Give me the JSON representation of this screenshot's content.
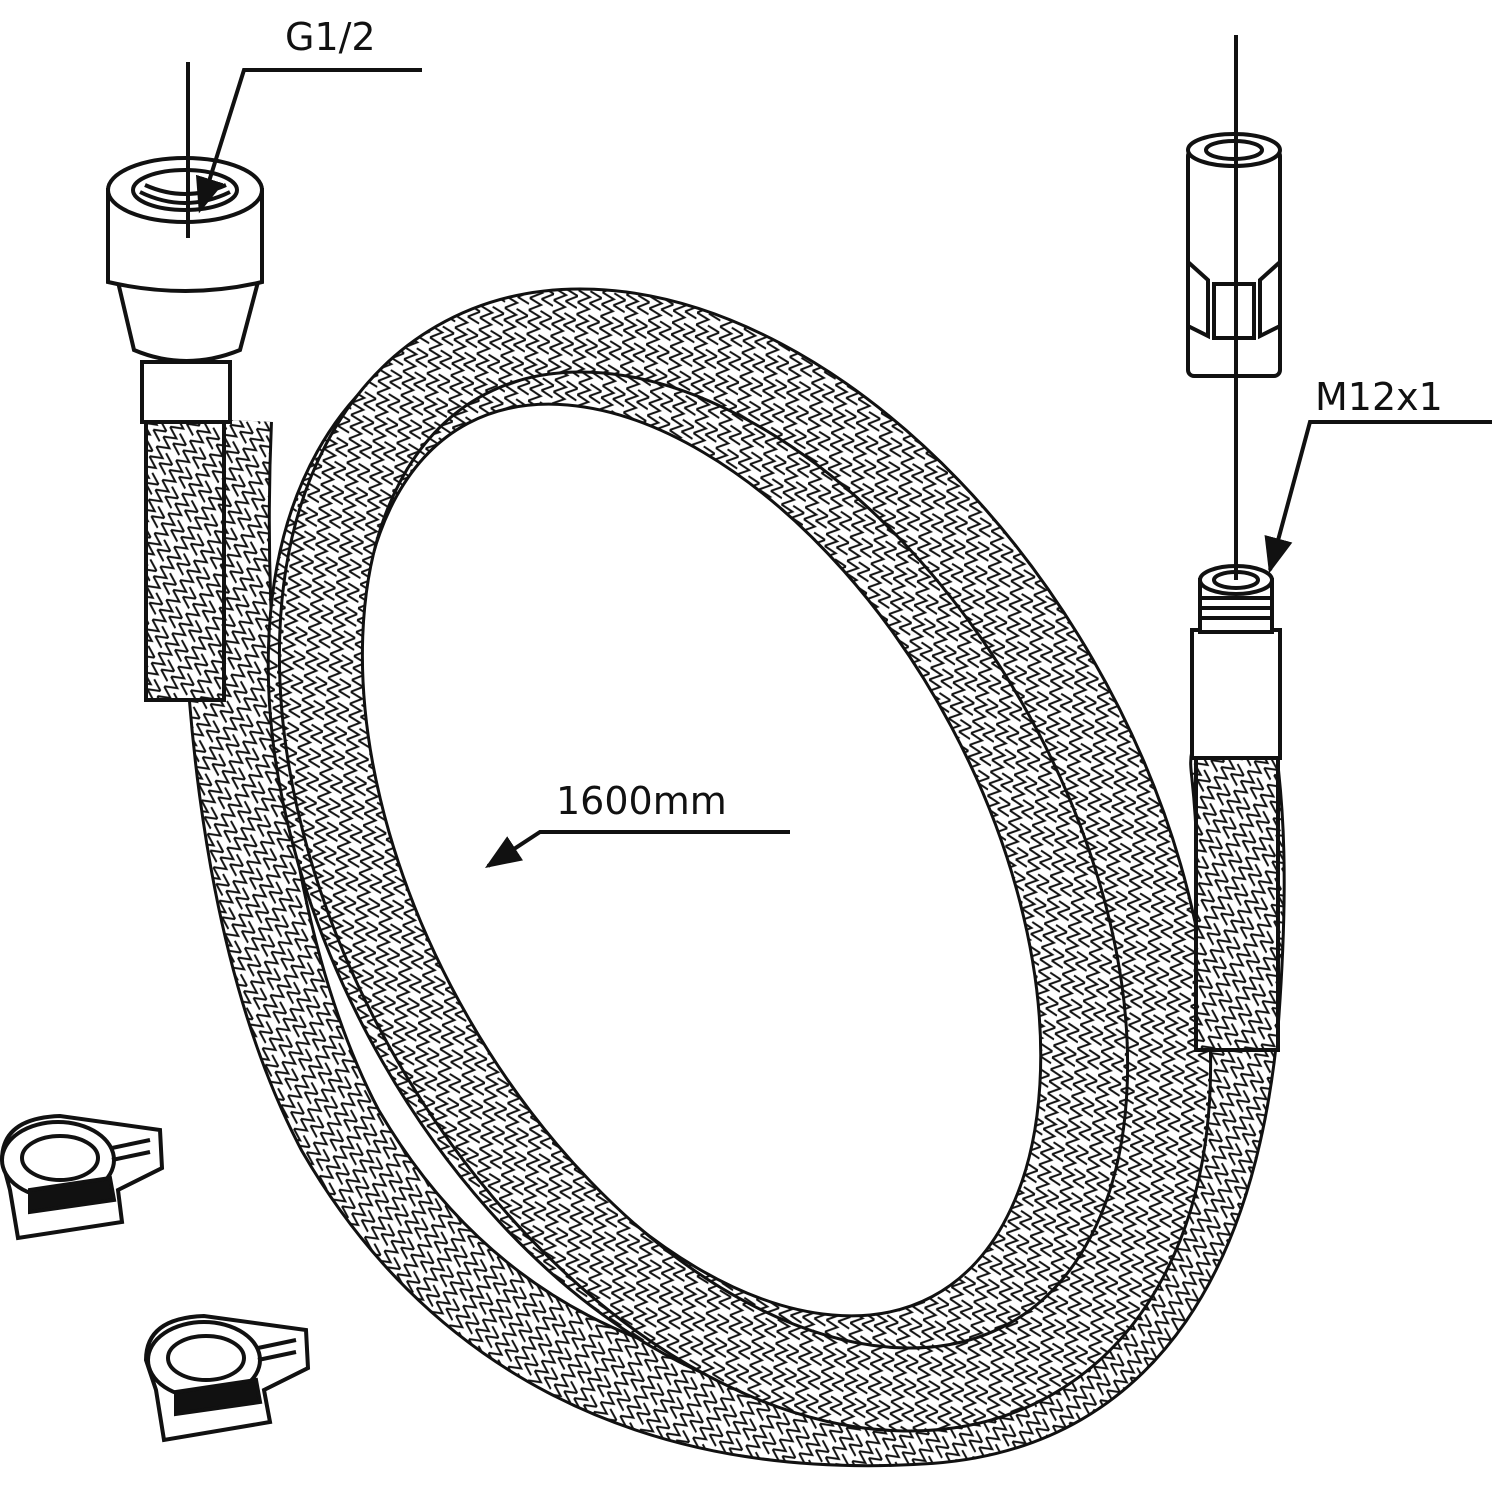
{
  "labels": {
    "inlet_thread": "G1/2",
    "outlet_thread": "M12x1",
    "hose_length": "1600mm"
  },
  "colors": {
    "stroke": "#111111",
    "fill": "#ffffff"
  },
  "icons": {
    "inlet_nut": "hex-nut-fitting",
    "outlet_fitting": "threaded-male-fitting",
    "adapter": "cone-adapter",
    "clip_1": "hose-clip",
    "clip_2": "hose-clip"
  }
}
